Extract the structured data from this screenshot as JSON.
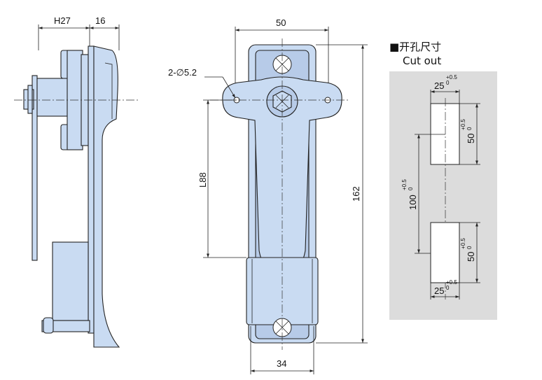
{
  "side_view": {
    "dim_h": "H27",
    "dim_thickness": "16"
  },
  "front_view": {
    "dim_width_top": "50",
    "dim_holes": "2-∅5.2",
    "dim_length": "L88",
    "dim_height": "162",
    "dim_width_bottom": "34"
  },
  "cutout": {
    "title_cn": "■开孔尺寸",
    "title_en": "Cut out",
    "top_width": "25",
    "top_width_tol_upper": "+0.5",
    "top_width_tol_lower": "0",
    "top_height": "50",
    "top_height_tol_upper": "+0.5",
    "top_height_tol_lower": "0",
    "spacing": "100",
    "spacing_tol_upper": "+0.5",
    "spacing_tol_lower": "0",
    "bottom_height": "50",
    "bottom_height_tol_upper": "+0.5",
    "bottom_height_tol_lower": "0",
    "bottom_width": "25",
    "bottom_width_tol_upper": "+0.5",
    "bottom_width_tol_lower": "0"
  },
  "colors": {
    "part": "#c9dbf2",
    "panel": "#dcdcdc",
    "line": "#222222"
  }
}
